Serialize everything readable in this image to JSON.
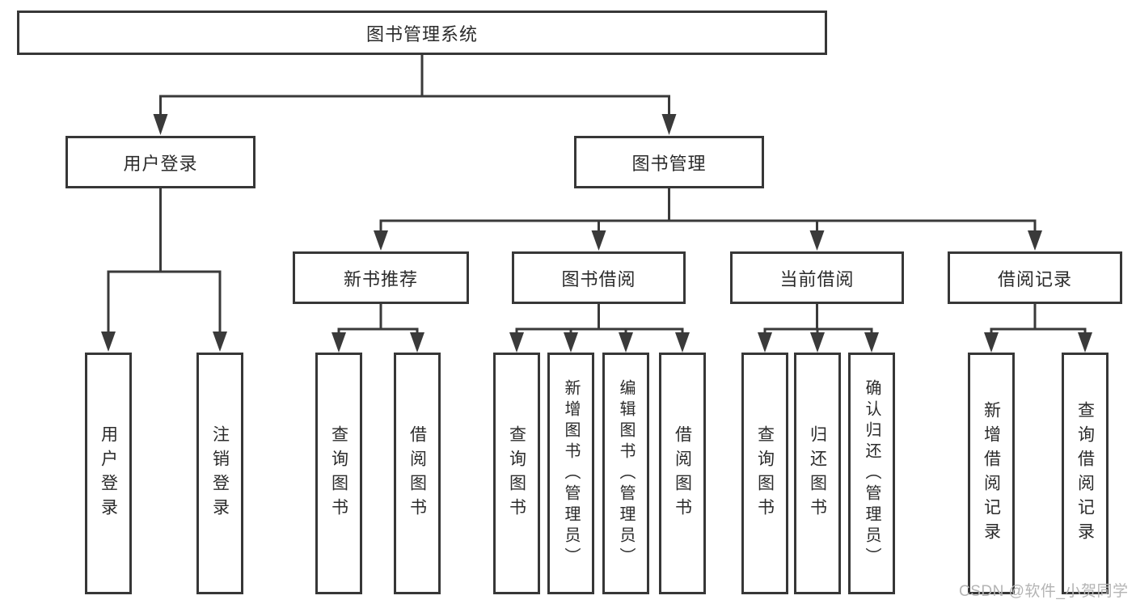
{
  "tree": {
    "root": {
      "label": "图书管理系统"
    },
    "branches": [
      {
        "label": "用户登录",
        "children": [
          {
            "label": "用户登录"
          },
          {
            "label": "注销登录"
          }
        ]
      },
      {
        "label": "图书管理",
        "children": [
          {
            "label": "新书推荐",
            "children": [
              {
                "label": "查询图书"
              },
              {
                "label": "借阅图书"
              }
            ]
          },
          {
            "label": "图书借阅",
            "children": [
              {
                "label": "查询图书"
              },
              {
                "label": "新增图书（管理员）"
              },
              {
                "label": "编辑图书（管理员）"
              },
              {
                "label": "借阅图书"
              }
            ]
          },
          {
            "label": "当前借阅",
            "children": [
              {
                "label": "查询图书"
              },
              {
                "label": "归还图书"
              },
              {
                "label": "确认归还（管理员）"
              }
            ]
          },
          {
            "label": "借阅记录",
            "children": [
              {
                "label": "新增借阅记录"
              },
              {
                "label": "查询借阅记录"
              }
            ]
          }
        ]
      }
    ]
  },
  "watermark": {
    "text": "CSDN @软件_小贺同学"
  },
  "colors": {
    "line": "#3a3a3a",
    "border": "#373737",
    "text": "#2b2b2b",
    "box_background": "#ffffff",
    "background": "#ffffff",
    "watermark": "#b4b4b4"
  }
}
